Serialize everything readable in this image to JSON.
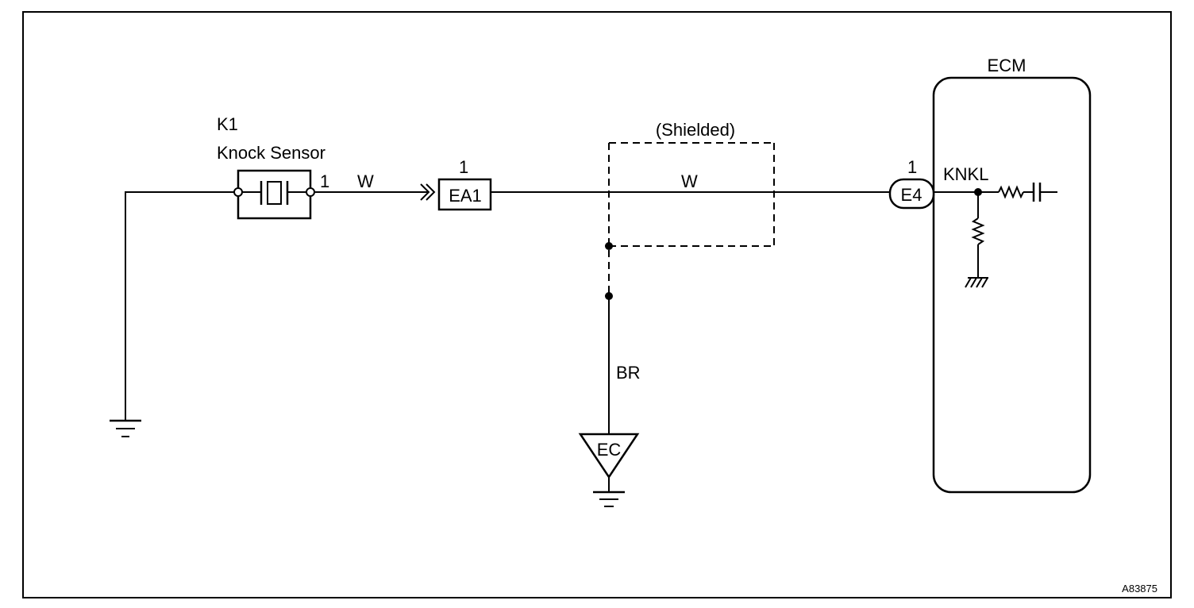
{
  "diagram": {
    "sensor_code": "K1",
    "sensor_name": "Knock Sensor",
    "sensor_pin": "1",
    "wire_color_1": "W",
    "connector_ea1_pin": "1",
    "connector_ea1": "EA1",
    "shield_label": "(Shielded)",
    "wire_color_2": "W",
    "ecm_label": "ECM",
    "connector_e4_pin": "1",
    "connector_e4": "E4",
    "ecm_signal": "KNKL",
    "ground_wire_color": "BR",
    "ground_point": "EC",
    "figure_id": "A83875"
  }
}
